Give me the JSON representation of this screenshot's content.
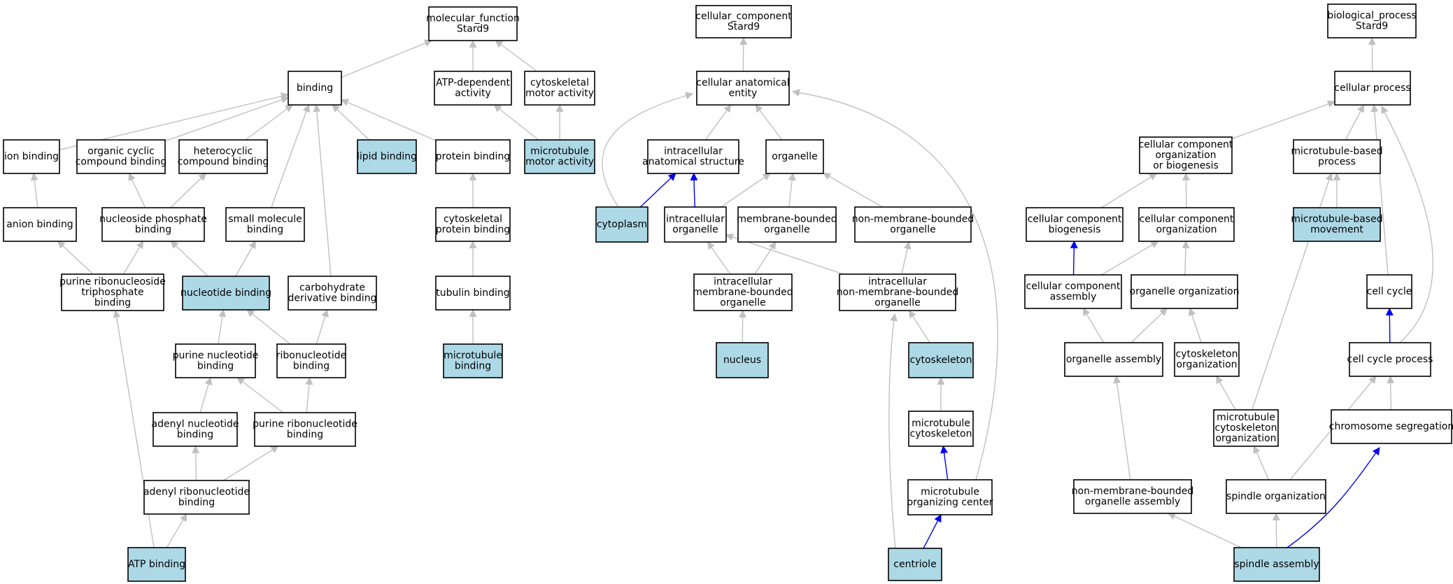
{
  "colors": {
    "node_fill": "#ffffff",
    "highlight_fill": "#add8e6",
    "edge_gray": "#c0c0c0",
    "edge_blue": "#0000ee",
    "border": "#000000"
  },
  "nodes": [
    {
      "id": "mf",
      "lines": [
        "molecular_function",
        "Stard9"
      ],
      "highlight": false
    },
    {
      "id": "binding",
      "lines": [
        "binding"
      ],
      "highlight": false
    },
    {
      "id": "atpdep",
      "lines": [
        "ATP-dependent",
        "activity"
      ],
      "highlight": false
    },
    {
      "id": "cytomotor",
      "lines": [
        "cytoskeletal",
        "motor activity"
      ],
      "highlight": false
    },
    {
      "id": "ionb",
      "lines": [
        "ion binding"
      ],
      "highlight": false
    },
    {
      "id": "orgcyc",
      "lines": [
        "organic cyclic",
        "compound binding"
      ],
      "highlight": false
    },
    {
      "id": "hetcyc",
      "lines": [
        "heterocyclic",
        "compound binding"
      ],
      "highlight": false
    },
    {
      "id": "lipidb",
      "lines": [
        "lipid binding"
      ],
      "highlight": true
    },
    {
      "id": "proteinb",
      "lines": [
        "protein binding"
      ],
      "highlight": false
    },
    {
      "id": "mtmotor",
      "lines": [
        "microtubule",
        "motor activity"
      ],
      "highlight": true
    },
    {
      "id": "anionb",
      "lines": [
        "anion binding"
      ],
      "highlight": false
    },
    {
      "id": "nucphos",
      "lines": [
        "nucleoside phosphate",
        "binding"
      ],
      "highlight": false
    },
    {
      "id": "smallmol",
      "lines": [
        "small molecule",
        "binding"
      ],
      "highlight": false
    },
    {
      "id": "cytoprot",
      "lines": [
        "cytoskeletal",
        "protein binding"
      ],
      "highlight": false
    },
    {
      "id": "purtri",
      "lines": [
        "purine ribonucleoside",
        "triphosphate",
        "binding"
      ],
      "highlight": false
    },
    {
      "id": "nucb",
      "lines": [
        "nucleotide binding"
      ],
      "highlight": true
    },
    {
      "id": "carbder",
      "lines": [
        "carbohydrate",
        "derivative binding"
      ],
      "highlight": false
    },
    {
      "id": "tubulinb",
      "lines": [
        "tubulin binding"
      ],
      "highlight": false
    },
    {
      "id": "purnuc",
      "lines": [
        "purine nucleotide",
        "binding"
      ],
      "highlight": false
    },
    {
      "id": "ribonuc",
      "lines": [
        "ribonucleotide",
        "binding"
      ],
      "highlight": false
    },
    {
      "id": "mtb",
      "lines": [
        "microtubule",
        "binding"
      ],
      "highlight": true
    },
    {
      "id": "adenyl",
      "lines": [
        "adenyl nucleotide",
        "binding"
      ],
      "highlight": false
    },
    {
      "id": "purribo",
      "lines": [
        "purine ribonucleotide",
        "binding"
      ],
      "highlight": false
    },
    {
      "id": "adenylribo",
      "lines": [
        "adenyl ribonucleotide",
        "binding"
      ],
      "highlight": false
    },
    {
      "id": "atpb",
      "lines": [
        "ATP binding"
      ],
      "highlight": true
    },
    {
      "id": "cc",
      "lines": [
        "cellular_component",
        "Stard9"
      ],
      "highlight": false
    },
    {
      "id": "cae",
      "lines": [
        "cellular anatomical",
        "entity"
      ],
      "highlight": false
    },
    {
      "id": "ias",
      "lines": [
        "intracellular",
        "anatomical structure"
      ],
      "highlight": false
    },
    {
      "id": "organelle",
      "lines": [
        "organelle"
      ],
      "highlight": false
    },
    {
      "id": "cytoplasm",
      "lines": [
        "cytoplasm"
      ],
      "highlight": true
    },
    {
      "id": "intraorg",
      "lines": [
        "intracellular",
        "organelle"
      ],
      "highlight": false
    },
    {
      "id": "membbound",
      "lines": [
        "membrane-bounded",
        "organelle"
      ],
      "highlight": false
    },
    {
      "id": "nonmemb",
      "lines": [
        "non-membrane-bounded",
        "organelle"
      ],
      "highlight": false
    },
    {
      "id": "intramemb",
      "lines": [
        "intracellular",
        "membrane-bounded",
        "organelle"
      ],
      "highlight": false
    },
    {
      "id": "intranonmemb",
      "lines": [
        "intracellular",
        "non-membrane-bounded",
        "organelle"
      ],
      "highlight": false
    },
    {
      "id": "nucleus",
      "lines": [
        "nucleus"
      ],
      "highlight": true
    },
    {
      "id": "cytoskeleton",
      "lines": [
        "cytoskeleton"
      ],
      "highlight": true
    },
    {
      "id": "mtcyto",
      "lines": [
        "microtubule",
        "cytoskeleton"
      ],
      "highlight": false
    },
    {
      "id": "mtoc",
      "lines": [
        "microtubule",
        "organizing center"
      ],
      "highlight": false
    },
    {
      "id": "centriole",
      "lines": [
        "centriole"
      ],
      "highlight": true
    },
    {
      "id": "bp",
      "lines": [
        "biological_process",
        "Stard9"
      ],
      "highlight": false
    },
    {
      "id": "cellproc",
      "lines": [
        "cellular process"
      ],
      "highlight": false
    },
    {
      "id": "ccob",
      "lines": [
        "cellular component",
        "organization",
        "or biogenesis"
      ],
      "highlight": false
    },
    {
      "id": "mtproc",
      "lines": [
        "microtubule-based",
        "process"
      ],
      "highlight": false
    },
    {
      "id": "ccbio",
      "lines": [
        "cellular component",
        "biogenesis"
      ],
      "highlight": false
    },
    {
      "id": "ccorg",
      "lines": [
        "cellular component",
        "organization"
      ],
      "highlight": false
    },
    {
      "id": "mtmove",
      "lines": [
        "microtubule-based",
        "movement"
      ],
      "highlight": true
    },
    {
      "id": "ccasm",
      "lines": [
        "cellular component",
        "assembly"
      ],
      "highlight": false
    },
    {
      "id": "orgorg",
      "lines": [
        "organelle organization"
      ],
      "highlight": false
    },
    {
      "id": "cellcycle",
      "lines": [
        "cell cycle"
      ],
      "highlight": false
    },
    {
      "id": "orgasm",
      "lines": [
        "organelle assembly"
      ],
      "highlight": false
    },
    {
      "id": "cytoorg",
      "lines": [
        "cytoskeleton",
        "organization"
      ],
      "highlight": false
    },
    {
      "id": "ccproc",
      "lines": [
        "cell cycle process"
      ],
      "highlight": false
    },
    {
      "id": "mtcytoorg",
      "lines": [
        "microtubule",
        "cytoskeleton",
        "organization"
      ],
      "highlight": false
    },
    {
      "id": "chromseg",
      "lines": [
        "chromosome segregation"
      ],
      "highlight": false
    },
    {
      "id": "nonmembasm",
      "lines": [
        "non-membrane-bounded",
        "organelle assembly"
      ],
      "highlight": false
    },
    {
      "id": "spindleorg",
      "lines": [
        "spindle organization"
      ],
      "highlight": false
    },
    {
      "id": "spindleasm",
      "lines": [
        "spindle assembly"
      ],
      "highlight": true
    }
  ],
  "edges": [
    {
      "from": "binding",
      "to": "mf",
      "color": "gray"
    },
    {
      "from": "atpdep",
      "to": "mf",
      "color": "gray"
    },
    {
      "from": "cytomotor",
      "to": "mf",
      "color": "gray"
    },
    {
      "from": "ionb",
      "to": "binding",
      "color": "gray"
    },
    {
      "from": "orgcyc",
      "to": "binding",
      "color": "gray"
    },
    {
      "from": "hetcyc",
      "to": "binding",
      "color": "gray"
    },
    {
      "from": "lipidb",
      "to": "binding",
      "color": "gray"
    },
    {
      "from": "proteinb",
      "to": "binding",
      "color": "gray"
    },
    {
      "from": "smallmol",
      "to": "binding",
      "color": "gray"
    },
    {
      "from": "carbder",
      "to": "binding",
      "color": "gray"
    },
    {
      "from": "mtmotor",
      "to": "atpdep",
      "color": "gray"
    },
    {
      "from": "mtmotor",
      "to": "cytomotor",
      "color": "gray"
    },
    {
      "from": "anionb",
      "to": "ionb",
      "color": "gray"
    },
    {
      "from": "nucphos",
      "to": "orgcyc",
      "color": "gray"
    },
    {
      "from": "nucphos",
      "to": "hetcyc",
      "color": "gray"
    },
    {
      "from": "cytoprot",
      "to": "proteinb",
      "color": "gray"
    },
    {
      "from": "purtri",
      "to": "anionb",
      "color": "gray"
    },
    {
      "from": "purtri",
      "to": "nucphos",
      "color": "gray"
    },
    {
      "from": "nucb",
      "to": "nucphos",
      "color": "gray"
    },
    {
      "from": "nucb",
      "to": "smallmol",
      "color": "gray"
    },
    {
      "from": "tubulinb",
      "to": "cytoprot",
      "color": "gray"
    },
    {
      "from": "purnuc",
      "to": "nucb",
      "color": "gray"
    },
    {
      "from": "ribonuc",
      "to": "nucb",
      "color": "gray"
    },
    {
      "from": "ribonuc",
      "to": "carbder",
      "color": "gray"
    },
    {
      "from": "mtb",
      "to": "tubulinb",
      "color": "gray"
    },
    {
      "from": "adenyl",
      "to": "purnuc",
      "color": "gray"
    },
    {
      "from": "purribo",
      "to": "purnuc",
      "color": "gray"
    },
    {
      "from": "purribo",
      "to": "ribonuc",
      "color": "gray"
    },
    {
      "from": "adenylribo",
      "to": "adenyl",
      "color": "gray"
    },
    {
      "from": "adenylribo",
      "to": "purribo",
      "color": "gray"
    },
    {
      "from": "atpb",
      "to": "adenylribo",
      "color": "gray"
    },
    {
      "from": "atpb",
      "to": "purtri",
      "color": "gray"
    },
    {
      "from": "cae",
      "to": "cc",
      "color": "gray"
    },
    {
      "from": "ias",
      "to": "cae",
      "color": "gray"
    },
    {
      "from": "organelle",
      "to": "cae",
      "color": "gray"
    },
    {
      "from": "cytoplasm",
      "to": "cae",
      "color": "gray",
      "curve": "cytoplasm"
    },
    {
      "from": "mtoc",
      "to": "cae",
      "color": "gray",
      "curve": "mtoc"
    },
    {
      "from": "cytoplasm",
      "to": "ias",
      "color": "blue"
    },
    {
      "from": "intraorg",
      "to": "ias",
      "color": "blue"
    },
    {
      "from": "intraorg",
      "to": "organelle",
      "color": "gray"
    },
    {
      "from": "membbound",
      "to": "organelle",
      "color": "gray"
    },
    {
      "from": "nonmemb",
      "to": "organelle",
      "color": "gray"
    },
    {
      "from": "intramemb",
      "to": "intraorg",
      "color": "gray"
    },
    {
      "from": "intramemb",
      "to": "membbound",
      "color": "gray"
    },
    {
      "from": "intranonmemb",
      "to": "intraorg",
      "color": "gray"
    },
    {
      "from": "intranonmemb",
      "to": "nonmemb",
      "color": "gray"
    },
    {
      "from": "nucleus",
      "to": "intramemb",
      "color": "gray"
    },
    {
      "from": "cytoskeleton",
      "to": "intranonmemb",
      "color": "gray"
    },
    {
      "from": "centriole",
      "to": "intranonmemb",
      "color": "gray",
      "curve": "centriole"
    },
    {
      "from": "mtcyto",
      "to": "cytoskeleton",
      "color": "gray"
    },
    {
      "from": "mtoc",
      "to": "mtcyto",
      "color": "blue"
    },
    {
      "from": "centriole",
      "to": "mtoc",
      "color": "blue"
    },
    {
      "from": "cellproc",
      "to": "bp",
      "color": "gray"
    },
    {
      "from": "ccob",
      "to": "cellproc",
      "color": "gray"
    },
    {
      "from": "mtproc",
      "to": "cellproc",
      "color": "gray"
    },
    {
      "from": "cellcycle",
      "to": "cellproc",
      "color": "gray"
    },
    {
      "from": "ccproc",
      "to": "cellproc",
      "color": "gray",
      "curve": "ccproc"
    },
    {
      "from": "ccbio",
      "to": "ccob",
      "color": "gray"
    },
    {
      "from": "ccorg",
      "to": "ccob",
      "color": "gray"
    },
    {
      "from": "mtmove",
      "to": "mtproc",
      "color": "gray"
    },
    {
      "from": "mtcytoorg",
      "to": "mtproc",
      "color": "gray"
    },
    {
      "from": "ccasm",
      "to": "ccbio",
      "color": "blue"
    },
    {
      "from": "ccasm",
      "to": "ccorg",
      "color": "gray"
    },
    {
      "from": "orgorg",
      "to": "ccorg",
      "color": "gray"
    },
    {
      "from": "orgasm",
      "to": "ccasm",
      "color": "gray"
    },
    {
      "from": "orgasm",
      "to": "orgorg",
      "color": "gray"
    },
    {
      "from": "cytoorg",
      "to": "orgorg",
      "color": "gray"
    },
    {
      "from": "ccproc",
      "to": "cellcycle",
      "color": "blue"
    },
    {
      "from": "mtcytoorg",
      "to": "cytoorg",
      "color": "gray"
    },
    {
      "from": "chromseg",
      "to": "ccproc",
      "color": "gray"
    },
    {
      "from": "spindleorg",
      "to": "ccproc",
      "color": "gray"
    },
    {
      "from": "spindleorg",
      "to": "mtcytoorg",
      "color": "gray"
    },
    {
      "from": "nonmembasm",
      "to": "orgasm",
      "color": "gray"
    },
    {
      "from": "spindleasm",
      "to": "spindleorg",
      "color": "gray"
    },
    {
      "from": "spindleasm",
      "to": "nonmembasm",
      "color": "gray"
    },
    {
      "from": "spindleasm",
      "to": "chromseg",
      "color": "blue",
      "curve": "spindleasm"
    }
  ]
}
